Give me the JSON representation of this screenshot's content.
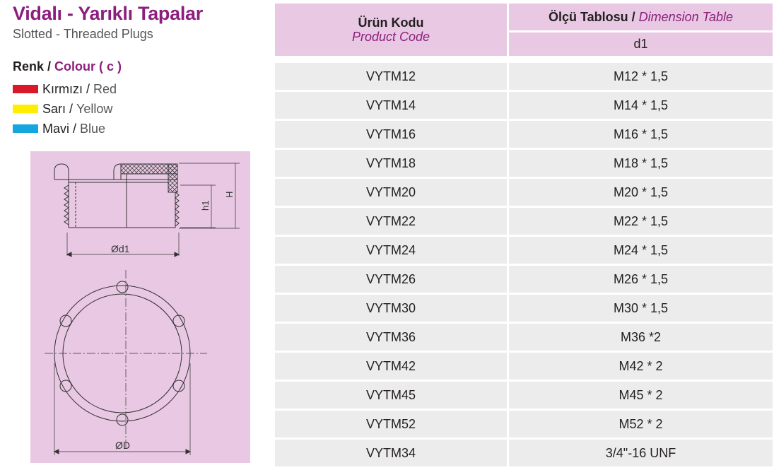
{
  "header": {
    "title": "Vidalı - Yarıklı Tapalar",
    "subtitle": "Slotted - Threaded Plugs"
  },
  "colour": {
    "heading_tr": "Renk / ",
    "heading_en": "Colour ( c )",
    "items": [
      {
        "tr": "Kırmızı",
        "en": "Red",
        "color": "#d7192a"
      },
      {
        "tr": "Sarı",
        "en": "Yellow",
        "color": "#ffee00"
      },
      {
        "tr": "Mavi",
        "en": "Blue",
        "color": "#15a6e0"
      }
    ]
  },
  "drawing": {
    "label_h1": "h1",
    "label_H": "H",
    "label_d1": "Ød1",
    "label_D": "ØD"
  },
  "table": {
    "code_header_tr": "Ürün Kodu",
    "code_header_en": "Product Code",
    "dim_header_tr": "Ölçü Tablosu / ",
    "dim_header_en": "Dimension Table",
    "dim_col": "d1",
    "rows": [
      {
        "code": "VYTM12",
        "d1": "M12 * 1,5"
      },
      {
        "code": "VYTM14",
        "d1": "M14  * 1,5"
      },
      {
        "code": "VYTM16",
        "d1": "M16  * 1,5"
      },
      {
        "code": "VYTM18",
        "d1": "M18  * 1,5"
      },
      {
        "code": "VYTM20",
        "d1": "M20  * 1,5"
      },
      {
        "code": "VYTM22",
        "d1": "M22  * 1,5"
      },
      {
        "code": "VYTM24",
        "d1": "M24 * 1,5"
      },
      {
        "code": "VYTM26",
        "d1": "M26  * 1,5"
      },
      {
        "code": "VYTM30",
        "d1": "M30  * 1,5"
      },
      {
        "code": "VYTM36",
        "d1": "M36  *2"
      },
      {
        "code": "VYTM42",
        "d1": "M42  * 2"
      },
      {
        "code": "VYTM45",
        "d1": "M45 * 2"
      },
      {
        "code": "VYTM52",
        "d1": "M52  * 2"
      },
      {
        "code": "VYTM34",
        "d1": "3/4\"-16 UNF"
      }
    ]
  }
}
